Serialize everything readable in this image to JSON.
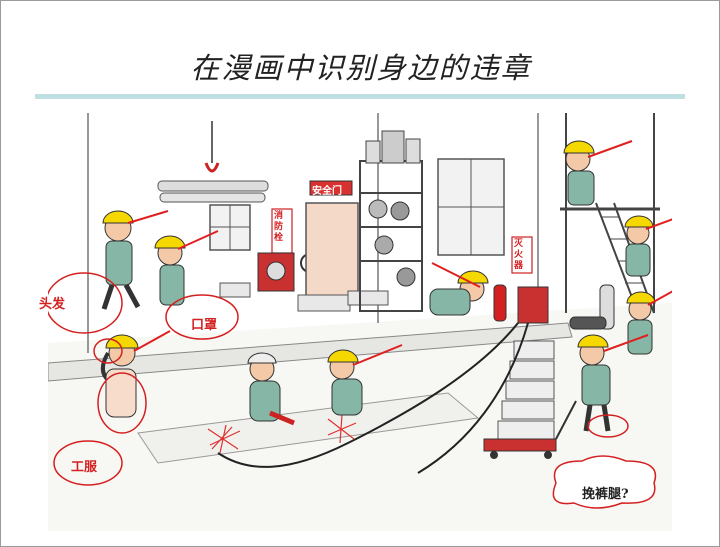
{
  "slide": {
    "title": "在漫画中识别身边的违章"
  },
  "signs": {
    "exit": "安全门",
    "hydrant": "消防栓",
    "extinguisher": "灭火器"
  },
  "callouts": {
    "hair": "头发",
    "mask": "口罩",
    "uniform": "工服",
    "trousers": "挽裤腿?"
  },
  "colors": {
    "title_rule": "#bfe0e2",
    "helmet": "#f5d800",
    "violation_marker": "#e02020",
    "workwear": "#86b6a6"
  }
}
